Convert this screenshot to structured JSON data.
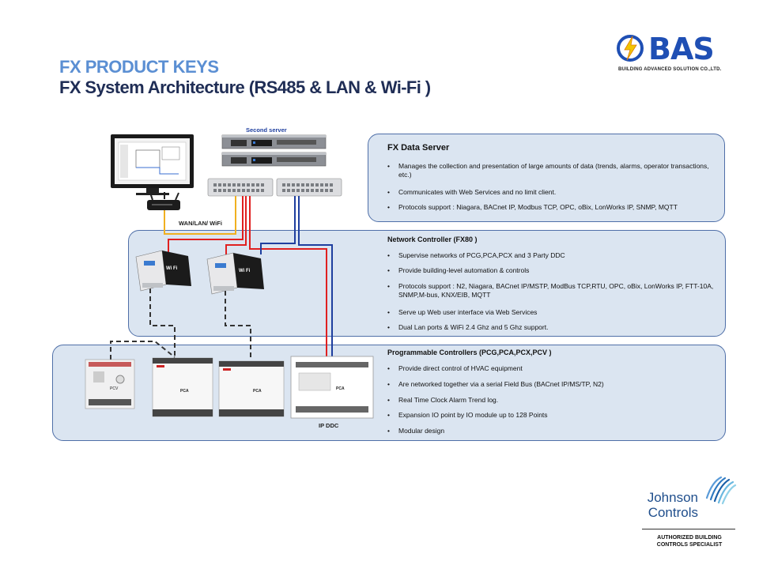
{
  "header": {
    "title": "FX PRODUCT KEYS",
    "subtitle": "FX System Architecture (RS485 & LAN & Wi-Fi )"
  },
  "bas_logo": {
    "name": "BAS",
    "tagline": "BUILDING ADVANCED SOLUTION CO.,LTD."
  },
  "diagram_labels": {
    "second_server": "Second server",
    "wan_lan_wifi": "WAN/LAN/  WiFi",
    "ip_ddc": "IP DDC",
    "device_pcv": "PCV",
    "device_pca1": "PCA",
    "device_pca2": "PCA",
    "device_pca3": "PCA",
    "wifi_badge1": "Wi Fi",
    "wifi_badge2": "Wi Fi"
  },
  "fx_data_server": {
    "title": "FX Data Server",
    "bullets": [
      "Manages the collection and presentation of large amounts of data (trends, alarms, operator transactions, etc.)",
      "Communicates with Web Services and no limit client.",
      "Protocols support : Niagara, BACnet IP, Modbus TCP, OPC, oBix, LonWorks IP, SNMP, MQTT"
    ]
  },
  "network_controller": {
    "title": "Network Controller (FX80 )",
    "bullets": [
      "Supervise networks of PCG,PCA,PCX and 3 Party DDC",
      "Provide building-level automation & controls",
      "Protocols support : N2, Niagara, BACnet IP/MSTP, ModBus TCP,RTU, OPC, oBix, LonWorks IP, FTT-10A, SNMP,M-bus, KNX/EIB, MQTT",
      "Serve up Web user interface via Web Services",
      "Dual Lan ports & WiFi 2.4 Ghz and 5 Ghz support."
    ]
  },
  "programmable_controllers": {
    "title": "Programmable Controllers (PCG,PCA,PCX,PCV )",
    "bullets": [
      "Provide direct control of HVAC equipment",
      "Are networked together via a serial Field Bus (BACnet IP/MS/TP, N2)",
      "Real Time Clock Alarm Trend log.",
      "Expansion IO point by IO module up to 128 Points",
      "Modular design"
    ]
  },
  "footer": {
    "brand_line1": "Johnson",
    "brand_line2": "Controls",
    "authorized_line1": "AUTHORIZED  BUILDING",
    "authorized_line2": "CONTROLS  SPECIALIST"
  },
  "colors": {
    "title_light": "#5b8fd3",
    "title_dark": "#1f2d55",
    "box_fill": "#dbe5f1",
    "box_border": "#4f6fa8",
    "wire_red": "#e02020",
    "wire_blue": "#1f3f9f",
    "wire_yellow": "#f0b020",
    "bas_blue": "#1f4fb4"
  }
}
